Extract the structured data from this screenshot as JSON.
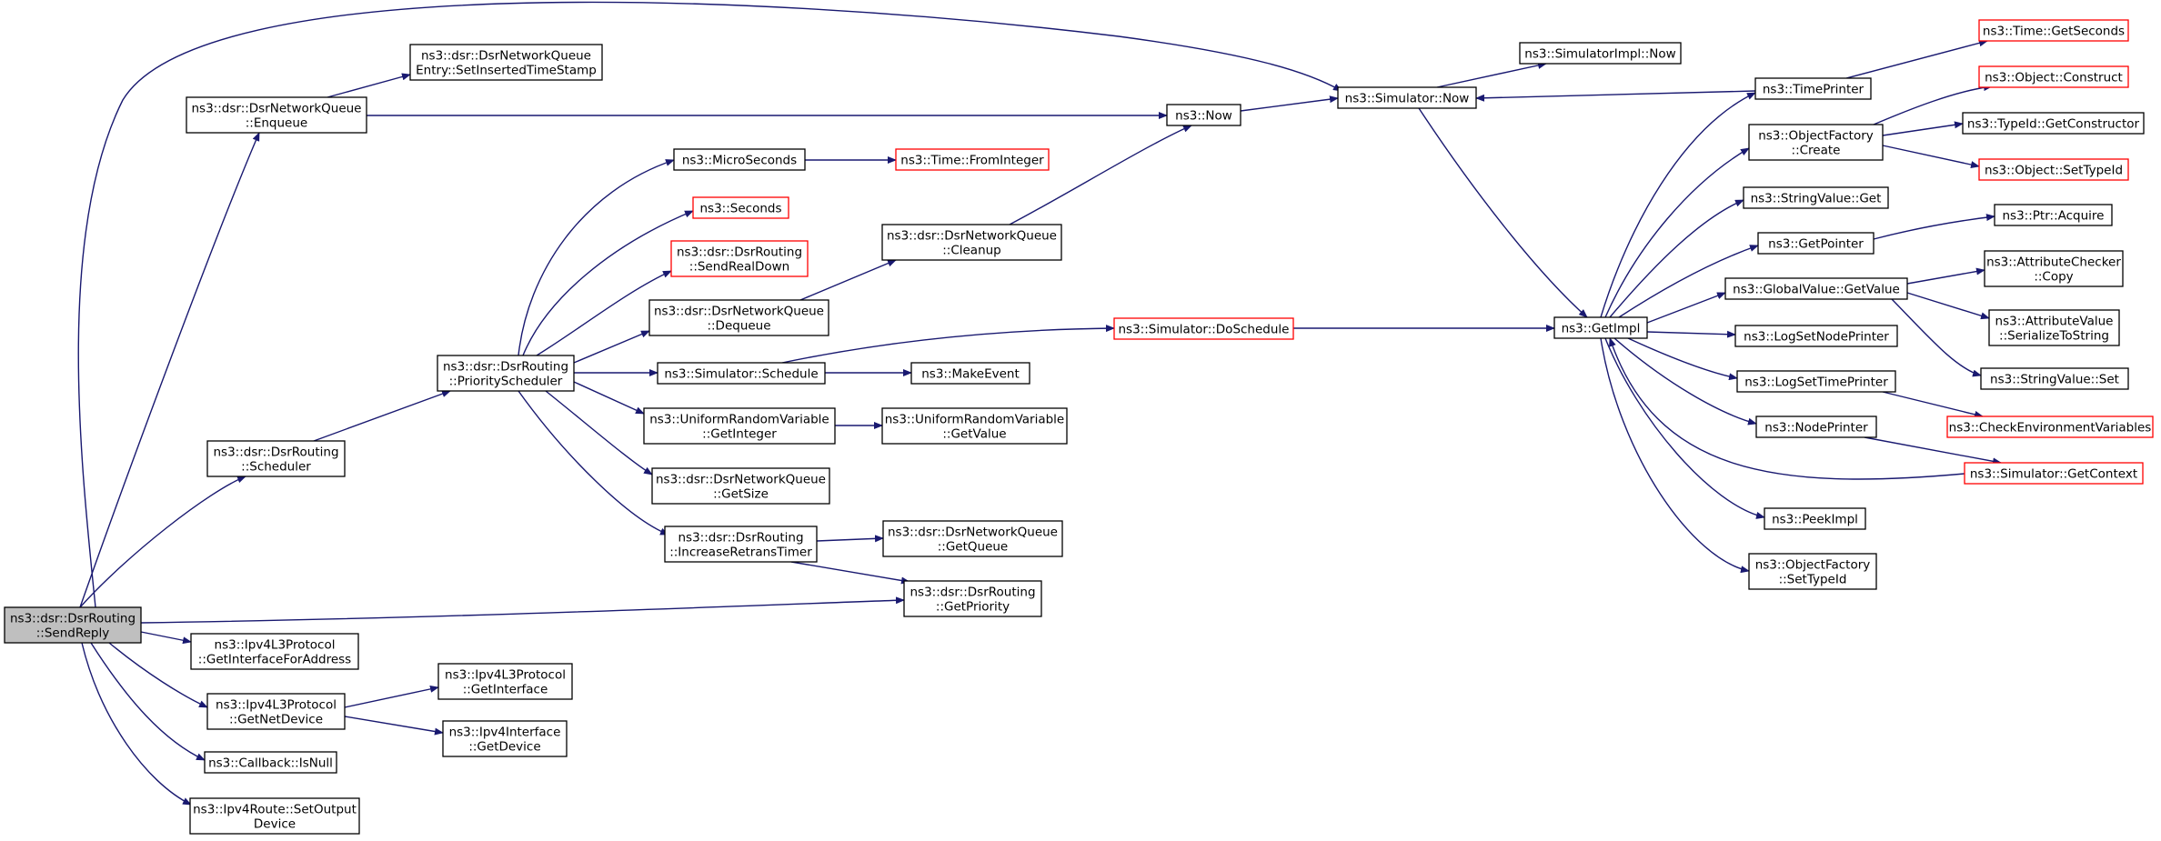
{
  "edge_color": "#191970",
  "external_border_color": "#ff0000",
  "root_fill": "#bfbfbf",
  "nodes": {
    "sendreply": [
      "ns3::dsr::DsrRouting",
      "::SendReply"
    ],
    "enqueue": [
      "ns3::dsr::DsrNetworkQueue",
      "::Enqueue"
    ],
    "settimestamp": [
      "ns3::dsr::DsrNetworkQueue",
      "Entry::SetInsertedTimeStamp"
    ],
    "scheduler": [
      "ns3::dsr::DsrRouting",
      "::Scheduler"
    ],
    "priosched": [
      "ns3::dsr::DsrRouting",
      "::PriorityScheduler"
    ],
    "microseconds": [
      "ns3::MicroSeconds"
    ],
    "fromint": [
      "ns3::Time::FromInteger"
    ],
    "seconds": [
      "ns3::Seconds"
    ],
    "sendrealdown": [
      "ns3::dsr::DsrRouting",
      "::SendRealDown"
    ],
    "dequeue": [
      "ns3::dsr::DsrNetworkQueue",
      "::Dequeue"
    ],
    "cleanup": [
      "ns3::dsr::DsrNetworkQueue",
      "::Cleanup"
    ],
    "now": [
      "ns3::Now"
    ],
    "simnow": [
      "ns3::Simulator::Now"
    ],
    "implnow": [
      "ns3::SimulatorImpl::Now"
    ],
    "schedule": [
      "ns3::Simulator::Schedule"
    ],
    "makeevent": [
      "ns3::MakeEvent"
    ],
    "doschedule": [
      "ns3::Simulator::DoSchedule"
    ],
    "getimpl": [
      "ns3::GetImpl"
    ],
    "urvgetint": [
      "ns3::UniformRandomVariable",
      "::GetInteger"
    ],
    "urvgetval": [
      "ns3::UniformRandomVariable",
      "::GetValue"
    ],
    "getsize": [
      "ns3::dsr::DsrNetworkQueue",
      "::GetSize"
    ],
    "incretrans": [
      "ns3::dsr::DsrRouting",
      "::IncreaseRetransTimer"
    ],
    "getqueue": [
      "ns3::dsr::DsrNetworkQueue",
      "::GetQueue"
    ],
    "getpriority": [
      "ns3::dsr::DsrRouting",
      "::GetPriority"
    ],
    "getifaddr": [
      "ns3::Ipv4L3Protocol",
      "::GetInterfaceForAddress"
    ],
    "getnetdev": [
      "ns3::Ipv4L3Protocol",
      "::GetNetDevice"
    ],
    "getiface": [
      "ns3::Ipv4L3Protocol",
      "::GetInterface"
    ],
    "getdevice": [
      "ns3::Ipv4Interface",
      "::GetDevice"
    ],
    "isnull": [
      "ns3::Callback::IsNull"
    ],
    "setoutdev": [
      "ns3::Ipv4Route::SetOutput",
      "Device"
    ],
    "timeprinter": [
      "ns3::TimePrinter"
    ],
    "timegetsec": [
      "ns3::Time::GetSeconds"
    ],
    "objfactcreate": [
      "ns3::ObjectFactory",
      "::Create"
    ],
    "objconstruct": [
      "ns3::Object::Construct"
    ],
    "typeidgetctor": [
      "ns3::TypeId::GetConstructor"
    ],
    "objsettypeid": [
      "ns3::Object::SetTypeId"
    ],
    "strvalget": [
      "ns3::StringValue::Get"
    ],
    "getpointer": [
      "ns3::GetPointer"
    ],
    "ptracquire": [
      "ns3::Ptr::Acquire"
    ],
    "gvgetvalue": [
      "ns3::GlobalValue::GetValue"
    ],
    "attrcheckcopy": [
      "ns3::AttributeChecker",
      "::Copy"
    ],
    "attrvalser": [
      "ns3::AttributeValue",
      "::SerializeToString"
    ],
    "strvalset": [
      "ns3::StringValue::Set"
    ],
    "logsetnode": [
      "ns3::LogSetNodePrinter"
    ],
    "logsettime": [
      "ns3::LogSetTimePrinter"
    ],
    "checkenv": [
      "ns3::CheckEnvironmentVariables"
    ],
    "nodeprinter": [
      "ns3::NodePrinter"
    ],
    "simgetctx": [
      "ns3::Simulator::GetContext"
    ],
    "peekimpl": [
      "ns3::PeekImpl"
    ],
    "objfactsettype": [
      "ns3::ObjectFactory",
      "::SetTypeId"
    ]
  }
}
